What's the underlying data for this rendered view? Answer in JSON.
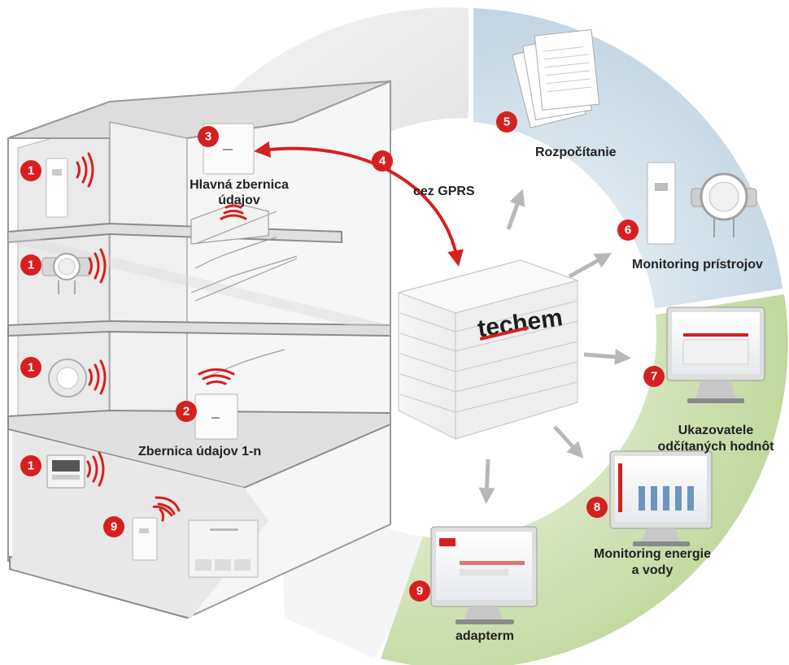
{
  "colors": {
    "accent_red": "#d62020",
    "blue_band": "#cfdde8",
    "green_band": "#d3e3b6",
    "grey_band": "#ececec",
    "arrow_grey": "#b8b8b8"
  },
  "brand": {
    "logo": "techem"
  },
  "labels": {
    "main_collector": [
      "Hlavná zbernica",
      "údajov"
    ],
    "gprs": "cez GPRS",
    "collector": "Zbernica údajov 1-n",
    "billing": "Rozpočítanie",
    "device_monitoring": "Monitoring prístrojov",
    "indicators": [
      "Ukazovatele",
      "odčítaných hodnôt"
    ],
    "energy_monitoring": [
      "Monitoring energie",
      "a vody"
    ],
    "adapterm": "adapterm"
  },
  "markers": {
    "m1a": "1",
    "m1b": "1",
    "m1c": "1",
    "m1d": "1",
    "m2": "2",
    "m3": "3",
    "m4": "4",
    "m5": "5",
    "m6": "6",
    "m7": "7",
    "m8": "8",
    "m9a": "9",
    "m9b": "9"
  },
  "icons": {
    "devices": [
      "heat-cost-allocator-icon",
      "water-meter-icon",
      "smoke-detector-icon",
      "electricity-meter-icon",
      "data-collector-icon",
      "server-building-icon",
      "monitor-icon",
      "document-stack-icon"
    ]
  }
}
